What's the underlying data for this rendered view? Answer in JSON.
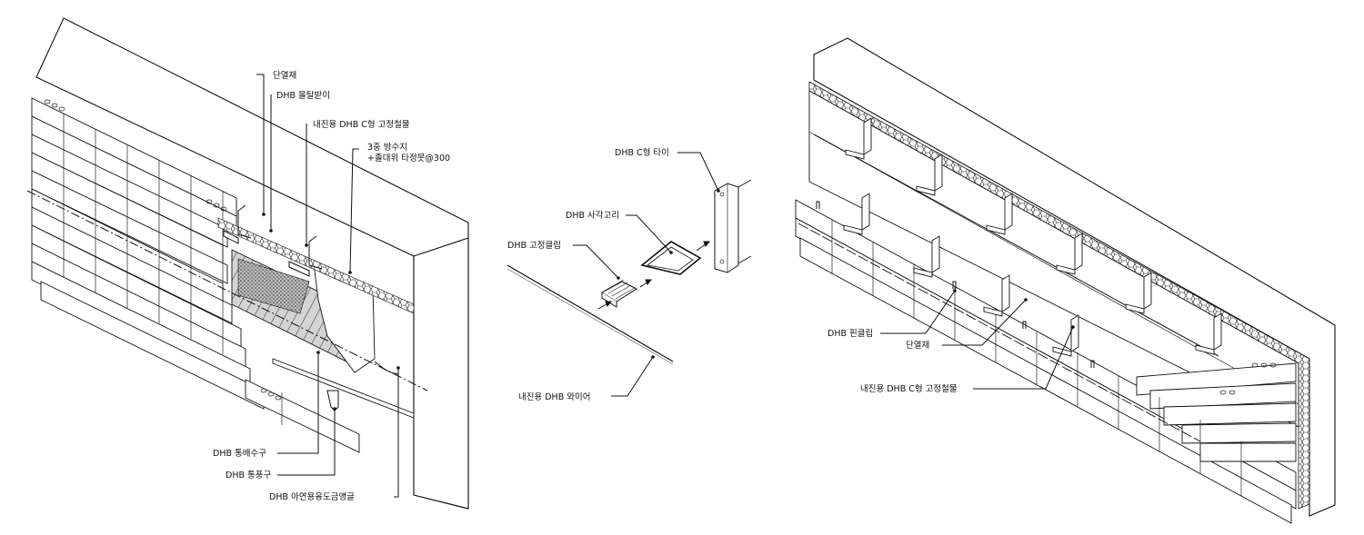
{
  "left_panel": {
    "labels": {
      "insulation": "단열재",
      "mortar_tray": "DHB 몰탈받이",
      "c_bracket": "내진용 DHB C형 고정철물",
      "membrane_line1": "3중 방수지",
      "membrane_line2": "+졸대위 타정못@300",
      "drain": "DHB 통배수구",
      "vent": "DHB 통풍구",
      "angle": "DHB 아연용융도금앵글"
    }
  },
  "center_panel": {
    "labels": {
      "c_tie": "DHB C형 타이",
      "square_loop": "DHB 사각고리",
      "fix_clip": "DHB 고정클립",
      "wire": "내진용 DHB 와이어"
    }
  },
  "right_panel": {
    "labels": {
      "pin_clip": "DHB 핀클립",
      "insulation": "단열재",
      "c_bracket": "내진용 DHB C형 고정철물"
    }
  }
}
